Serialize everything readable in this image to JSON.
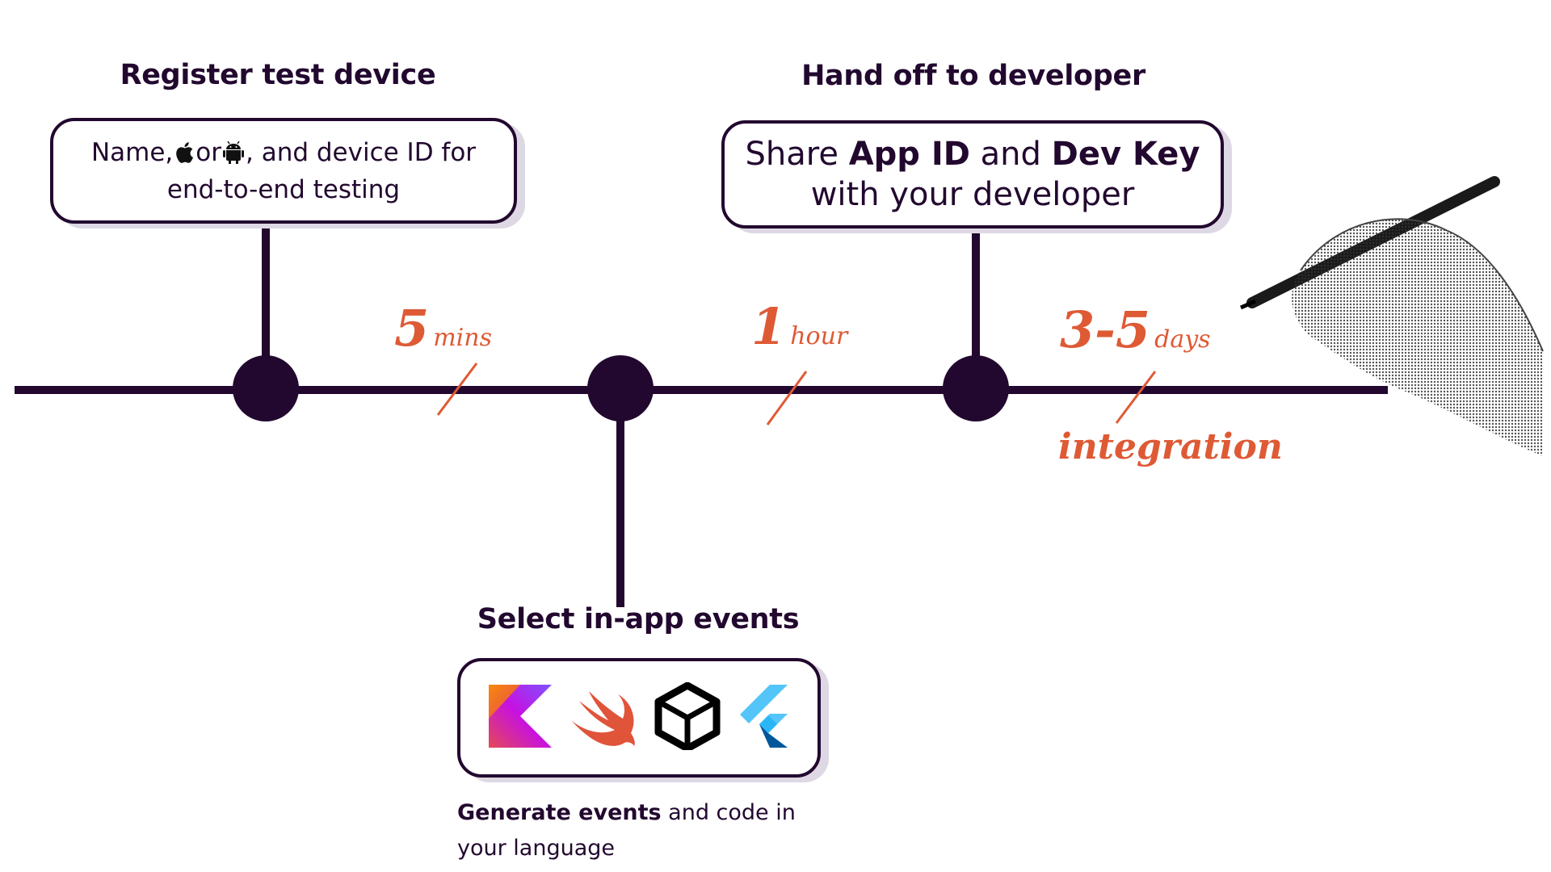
{
  "steps": [
    {
      "heading": "Register test device",
      "text_before_apple": "Name,",
      "text_or": "or",
      "text_after_android": ", and device ID for",
      "text_line2": "end-to-end testing",
      "icons": [
        "apple-icon",
        "android-icon"
      ]
    },
    {
      "heading": "Hand off to developer",
      "text_share": "Share",
      "bold_app_id": "App ID",
      "text_and": "and",
      "bold_dev_key": "Dev Key",
      "text_line2": "with your developer"
    },
    {
      "heading": "Select in-app events",
      "icons": [
        "kotlin-icon",
        "swift-icon",
        "unity-icon",
        "flutter-icon"
      ],
      "footer_bold": "Generate events",
      "footer_rest": " and code in",
      "footer_line2": "your language"
    }
  ],
  "durations": [
    {
      "number": "5",
      "unit": "mins"
    },
    {
      "number": "1",
      "unit": "hour"
    },
    {
      "number": "3-5",
      "unit": "days",
      "note": "integration"
    }
  ],
  "colors": {
    "ink": "#22082f",
    "accent": "#de5a35",
    "shadow": "#ddd8e3"
  }
}
